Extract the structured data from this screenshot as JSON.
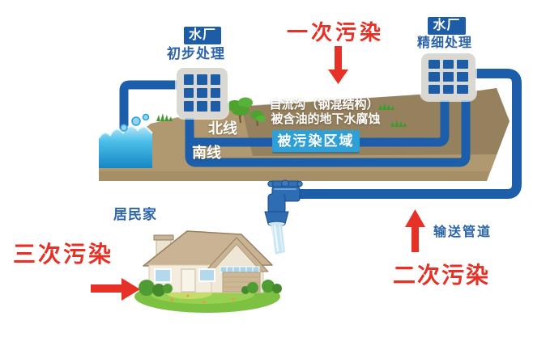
{
  "diagram": {
    "plant_left": {
      "badge": "水厂",
      "process": "初步处理"
    },
    "plant_right": {
      "badge": "水厂",
      "process": "精细处理"
    },
    "annotations": {
      "primary_pollution": "一次污染",
      "secondary_pollution": "二次污染",
      "tertiary_pollution": "三次污染"
    },
    "pipelines": {
      "north_line": "北线",
      "south_line": "南线",
      "transport_pipe": "输送管道"
    },
    "culvert": {
      "line1": "自流沟（钢混结构）",
      "line2": "被含油的地下水腐蚀",
      "polluted_zone": "被污染区域"
    },
    "residence": "居民家",
    "icons": {
      "water_plant_building": "grid-of-blue-windows-building",
      "faucet": "blue-tap-with-running-water",
      "house": "cartoon-house-with-lawn",
      "tree": "green-tree",
      "grass": "grass-tuft",
      "water_pool": "blue-water-with-bubbles",
      "arrow_down": "red-arrow-down",
      "arrow_up": "red-arrow-up",
      "arrow_right": "red-arrow-right"
    },
    "colors": {
      "pipe_blue": "#1c5ea9",
      "badge_blue": "#1d5ca6",
      "label_blue": "#2b64a9",
      "polluted_badge_blue": "#2f9fd8",
      "pollution_red": "#e63127",
      "ground_tan": "#b09870",
      "water_blue": "#2fa8dd",
      "lawn_green": "#7cc141",
      "roof_tan": "#c9b394",
      "wall_cream": "#f4eddd"
    }
  }
}
